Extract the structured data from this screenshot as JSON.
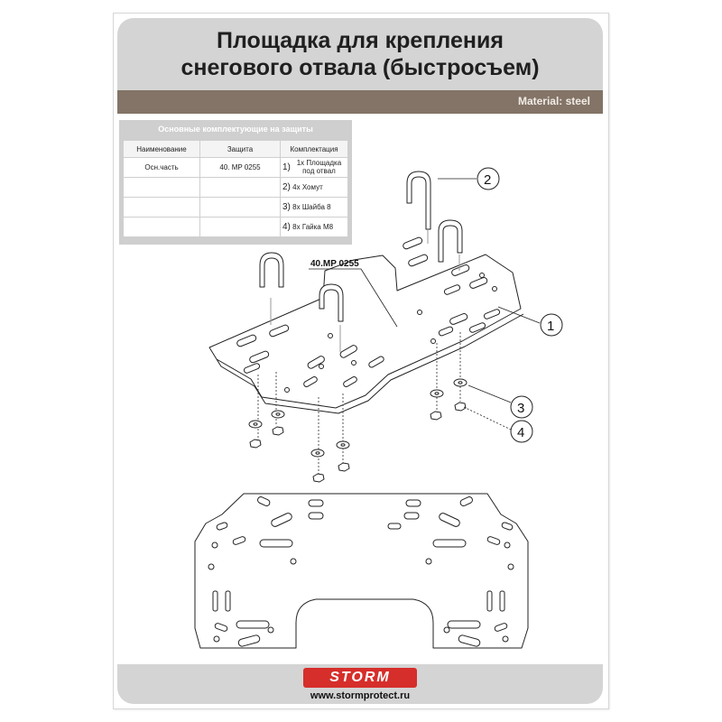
{
  "header": {
    "title_line1": "Площадка для крепления",
    "title_line2": "снегового отвала (быстросъем)",
    "material": "Material: steel"
  },
  "spec": {
    "heading": "Основные комплектующие на защиты",
    "columns": [
      "Наименование",
      "Защита",
      "Комплектация"
    ],
    "rows": [
      {
        "name": "Осн.часть",
        "protection": "40. MP 0255",
        "num": "1)",
        "kit": "1х Площадка под отвал"
      },
      {
        "name": "",
        "protection": "",
        "num": "2)",
        "kit": "4х Хомут"
      },
      {
        "name": "",
        "protection": "",
        "num": "3)",
        "kit": "8х Шайба 8"
      },
      {
        "name": "",
        "protection": "",
        "num": "4)",
        "kit": "8х Гайка М8"
      }
    ]
  },
  "drawing": {
    "part_label": "40.MP 0255",
    "callouts": [
      "1",
      "2",
      "3",
      "4"
    ]
  },
  "footer": {
    "logo": "STORM",
    "url": "www.stormprotect.ru"
  },
  "colors": {
    "header_bg": "#d4d4d4",
    "material_bar": "#837467",
    "logo_red": "#d62e2b"
  }
}
